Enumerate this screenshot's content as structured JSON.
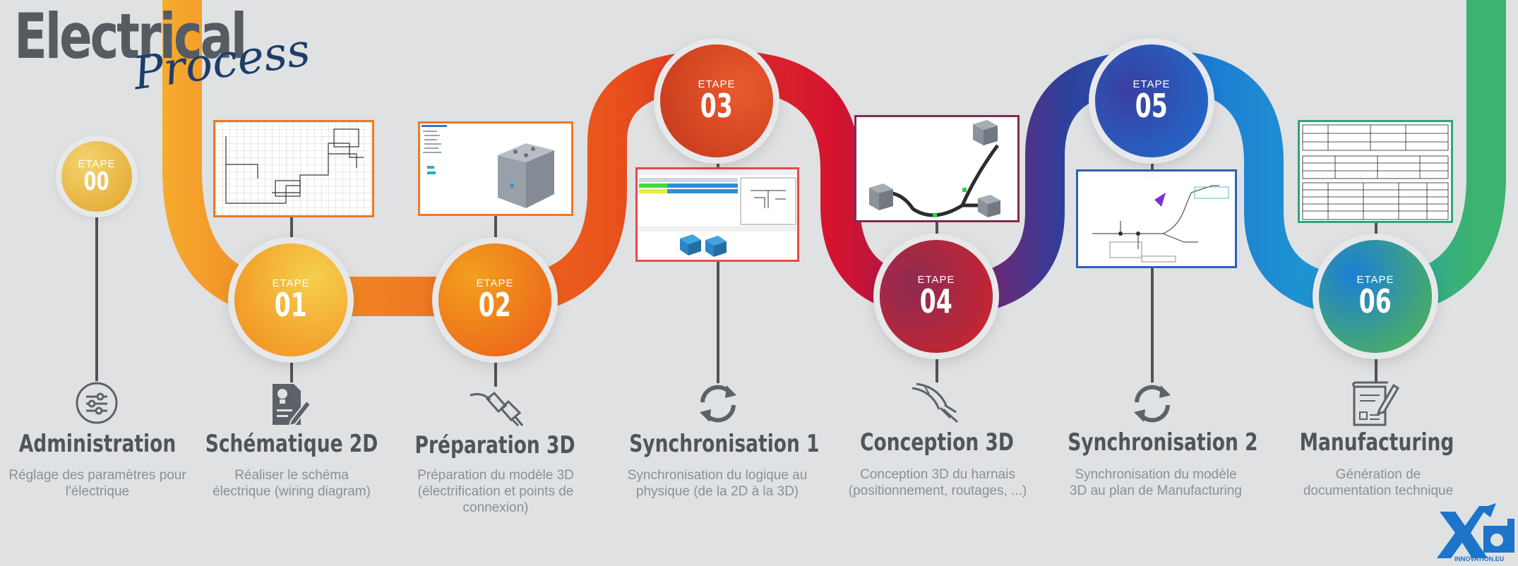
{
  "header": {
    "title": "Electrical",
    "subtitle": "Process"
  },
  "steps": [
    {
      "label": "ETAPE",
      "number": "00",
      "title": "Administration",
      "description": "Réglage des paramètres pour l'électrique",
      "icon": "settings-sliders-icon"
    },
    {
      "label": "ETAPE",
      "number": "01",
      "title": "Schématique 2D",
      "description": "Réaliser le schéma électrique (wiring diagram)",
      "icon": "document-pencil-icon"
    },
    {
      "label": "ETAPE",
      "number": "02",
      "title": "Préparation 3D",
      "description": "Préparation du modèle 3D (électrification et points de connexion)",
      "icon": "plug-icon"
    },
    {
      "label": "ETAPE",
      "number": "03",
      "title": "Synchronisation 1",
      "description": "Synchronisation du logique au physique (de la 2D à la 3D)",
      "icon": "sync-icon"
    },
    {
      "label": "ETAPE",
      "number": "04",
      "title": "Conception 3D",
      "description": "Conception 3D du harnais (positionnement, routages, ...)",
      "icon": "cable-harness-icon"
    },
    {
      "label": "ETAPE",
      "number": "05",
      "title": "Synchronisation 2",
      "description": "Synchronisation du modèle 3D au plan de Manufacturing",
      "icon": "sync-icon"
    },
    {
      "label": "ETAPE",
      "number": "06",
      "title": "Manufacturing",
      "description": "Génération de documentation technique",
      "icon": "blueprint-pencil-icon"
    }
  ],
  "colors": {
    "yellow": "#f5b82e",
    "orange": "#ee7420",
    "red": "#e43c1e",
    "crimson": "#c8103c",
    "navy": "#2b3a8f",
    "blue": "#1e78d2",
    "green": "#3bb26a",
    "text_dark": "#4f555b",
    "text_light": "#8a9096"
  },
  "logo": {
    "text": "INNOVATION.EU"
  }
}
